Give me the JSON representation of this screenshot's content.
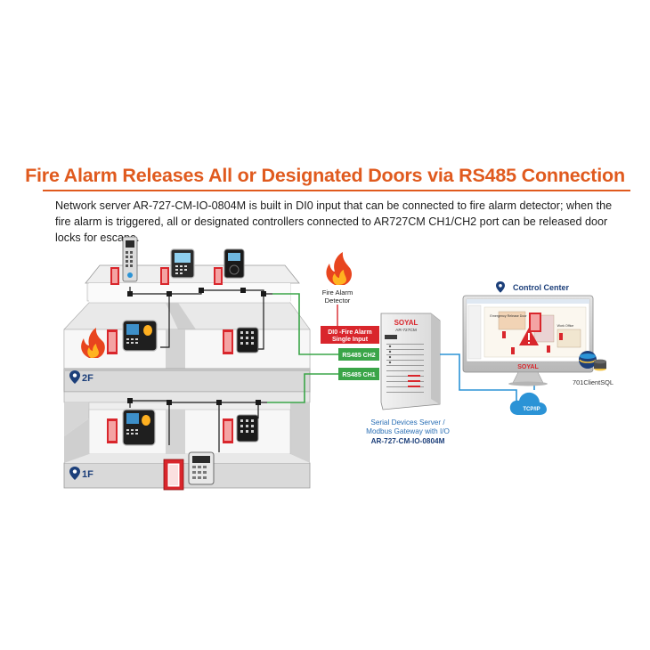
{
  "title": "Fire Alarm Releases All or Designated Doors via RS485 Connection",
  "description": "Network server AR-727-CM-IO-0804M is built in DI0 input that can be connected to fire alarm detector; when the fire alarm is triggered, all or designated controllers connected to AR727CM CH1/CH2 port can be released door locks for escape.",
  "floors": {
    "upper": "2F",
    "lower": "1F"
  },
  "detector": {
    "line1": "Fire Alarm",
    "line2": "Detector"
  },
  "di0_label": {
    "line1": "DI0 -Fire Alarm",
    "line2": "Single Input"
  },
  "ports": {
    "ch2": "RS485  CH2",
    "ch1": "RS485  CH1"
  },
  "gateway": {
    "brand": "SOYAL",
    "model_tag": "AR-727CM",
    "caption_line1": "Serial Devices Server /",
    "caption_line2": "Modbus Gateway with I/O",
    "caption_line3": "AR-727-CM-IO-0804M"
  },
  "control_center": {
    "title": "Control Center",
    "monitor_brand": "SOYAL",
    "software": "701ClientSQL",
    "network_label": "TCP/IP",
    "screen_labels": [
      "Emergency Release Door",
      "Work Office"
    ]
  },
  "colors": {
    "title": "#e05a1e",
    "fire_red": "#d9262c",
    "rs485_green": "#3aa548",
    "tcp_blue": "#2b93d6",
    "building": "#d9d9d9"
  }
}
